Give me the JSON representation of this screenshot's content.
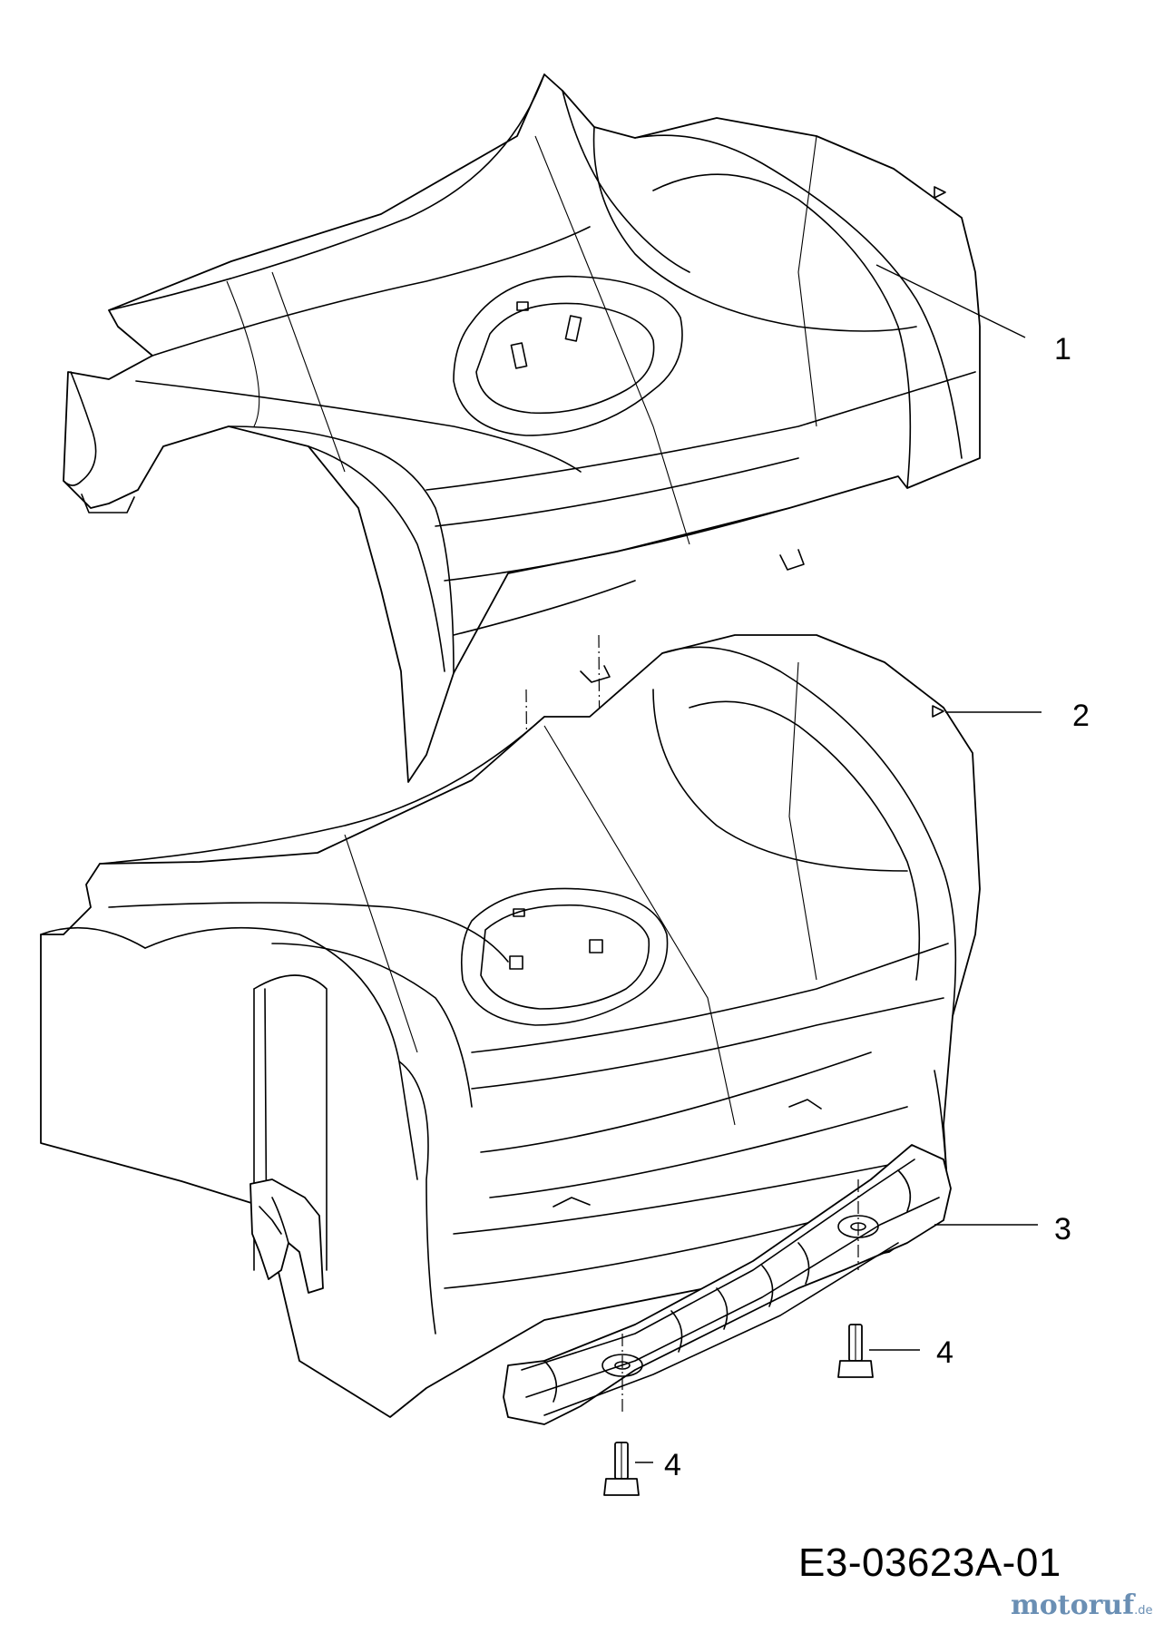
{
  "callouts": [
    {
      "id": "1",
      "label": "1"
    },
    {
      "id": "2",
      "label": "2"
    },
    {
      "id": "3",
      "label": "3"
    },
    {
      "id": "4a",
      "label": "4"
    },
    {
      "id": "4b",
      "label": "4"
    }
  ],
  "drawing_code": "E3-03623A-01",
  "watermark": {
    "brand": "motoruf",
    "suffix": ".de"
  }
}
